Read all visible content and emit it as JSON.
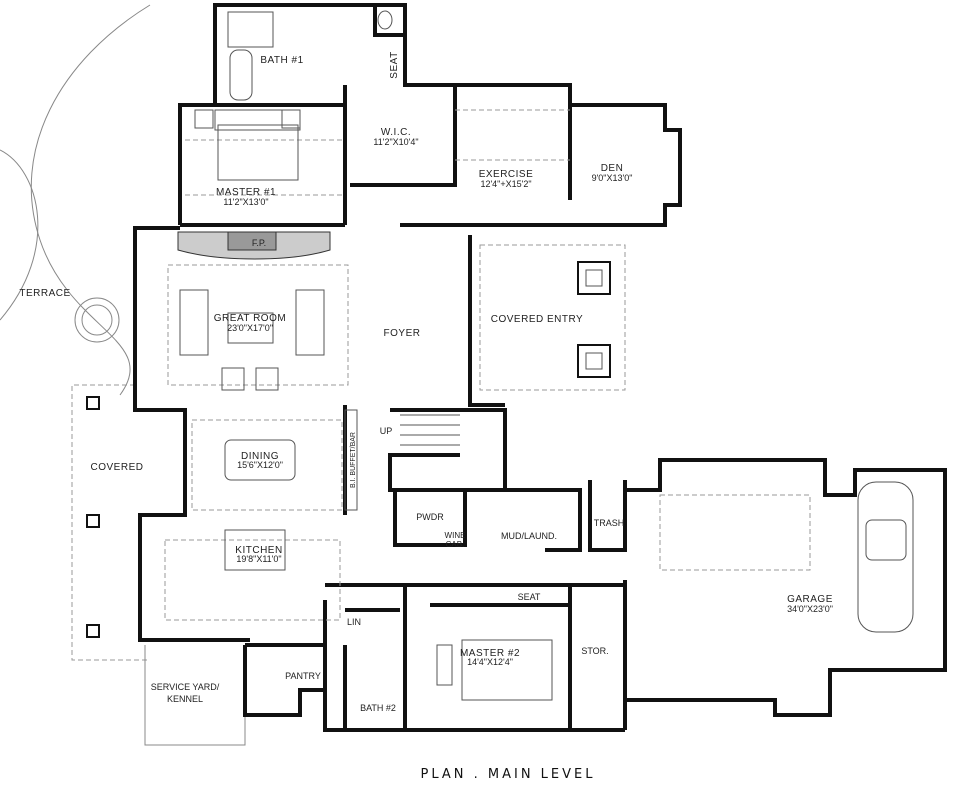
{
  "plan_title": "PLAN . MAIN LEVEL",
  "rooms": {
    "bath1": {
      "name": "BATH #1"
    },
    "seat_upper": {
      "name": "SEAT"
    },
    "master1": {
      "name": "MASTER #1",
      "dims": "11'2\"X13'0\""
    },
    "wic": {
      "name": "W.I.C.",
      "dims": "11'2\"X10'4\""
    },
    "exercise": {
      "name": "EXERCISE",
      "dims": "12'4\"+X15'2\""
    },
    "den": {
      "name": "DEN",
      "dims": "9'0\"X13'0\""
    },
    "fp": {
      "name": "F.P."
    },
    "terrace": {
      "name": "TERRACE"
    },
    "great_room": {
      "name": "GREAT ROOM",
      "dims": "23'0\"X17'0\""
    },
    "foyer": {
      "name": "FOYER"
    },
    "covered_entry": {
      "name": "COVERED ENTRY"
    },
    "covered": {
      "name": "COVERED"
    },
    "dining": {
      "name": "DINING",
      "dims": "15'6\"X12'0\""
    },
    "buffet": {
      "name": "B.I. BUFFET/BAR"
    },
    "up": {
      "name": "UP"
    },
    "kitchen": {
      "name": "KITCHEN",
      "dims": "19'8\"X11'0\""
    },
    "pwdr": {
      "name": "PWDR"
    },
    "wine": {
      "name": "WINE",
      "name2": "CAB."
    },
    "mud": {
      "name": "MUD/LAUND."
    },
    "trash": {
      "name": "TRASH"
    },
    "garage": {
      "name": "GARAGE",
      "dims": "34'0\"X23'0\""
    },
    "seat_lower": {
      "name": "SEAT"
    },
    "lin": {
      "name": "LIN"
    },
    "master2": {
      "name": "MASTER #2",
      "dims": "14'4\"X12'4\""
    },
    "stor": {
      "name": "STOR."
    },
    "pantry": {
      "name": "PANTRY"
    },
    "bath2": {
      "name": "BATH #2"
    },
    "service_yard": {
      "name": "SERVICE YARD/",
      "name2": "KENNEL"
    }
  }
}
